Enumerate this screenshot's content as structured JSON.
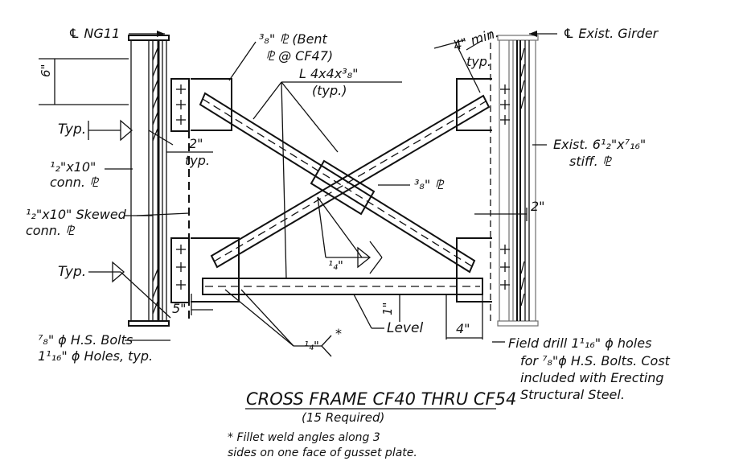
{
  "title": "CROSS FRAME CF40 THRU CF54",
  "subtitle": "(15 Required)",
  "footnote_line1": "* Fillet weld angles along 3",
  "footnote_line2": "sides on one face of gusset plate.",
  "labels": {
    "cl_ng11": "℄ NG11",
    "cl_exist_girder": "℄ Exist. Girder",
    "bent_plate_1": "³₈\" ⅊ (Bent",
    "bent_plate_2": "⅊ @ CF47)",
    "angle_1": "L 4x4x³₈\"",
    "angle_2": "(typ.)",
    "min_1": "4\" min.",
    "min_2": "typ.",
    "dim_6": "6\"",
    "typ_top": "Typ.",
    "typ_bottom": "Typ.",
    "two_typ_1": "2\"",
    "two_typ_2": "typ.",
    "conn_1": "¹₂\"x10\"",
    "conn_2": "conn. ⅊",
    "skew_1": "¹₂\"x10\" Skewed",
    "skew_2": "conn. ⅊",
    "center_plate": "³₈\" ⅊",
    "exist_stiff_1": "Exist. 6¹₂\"x⁷₁₆\"",
    "exist_stiff_2": "stiff. ⅊",
    "dim_2_right": "2\"",
    "weld_quarter_center": "¹₄\"",
    "weld_quarter_bottom": "¹₄\"",
    "weld_star": "*",
    "dim_1": "1\"",
    "dim_5": "5\"",
    "level": "Level",
    "dim_4": "4\"",
    "bolts_1": "⁷₈\" ϕ H.S. Bolts",
    "bolts_2": "1¹₁₆\" ϕ Holes, typ.",
    "field_1": "Field drill 1¹₁₆\" ϕ holes",
    "field_2": "for ⁷₈\"ϕ H.S. Bolts. Cost",
    "field_3": "included with Erecting",
    "field_4": "Structural Steel."
  }
}
